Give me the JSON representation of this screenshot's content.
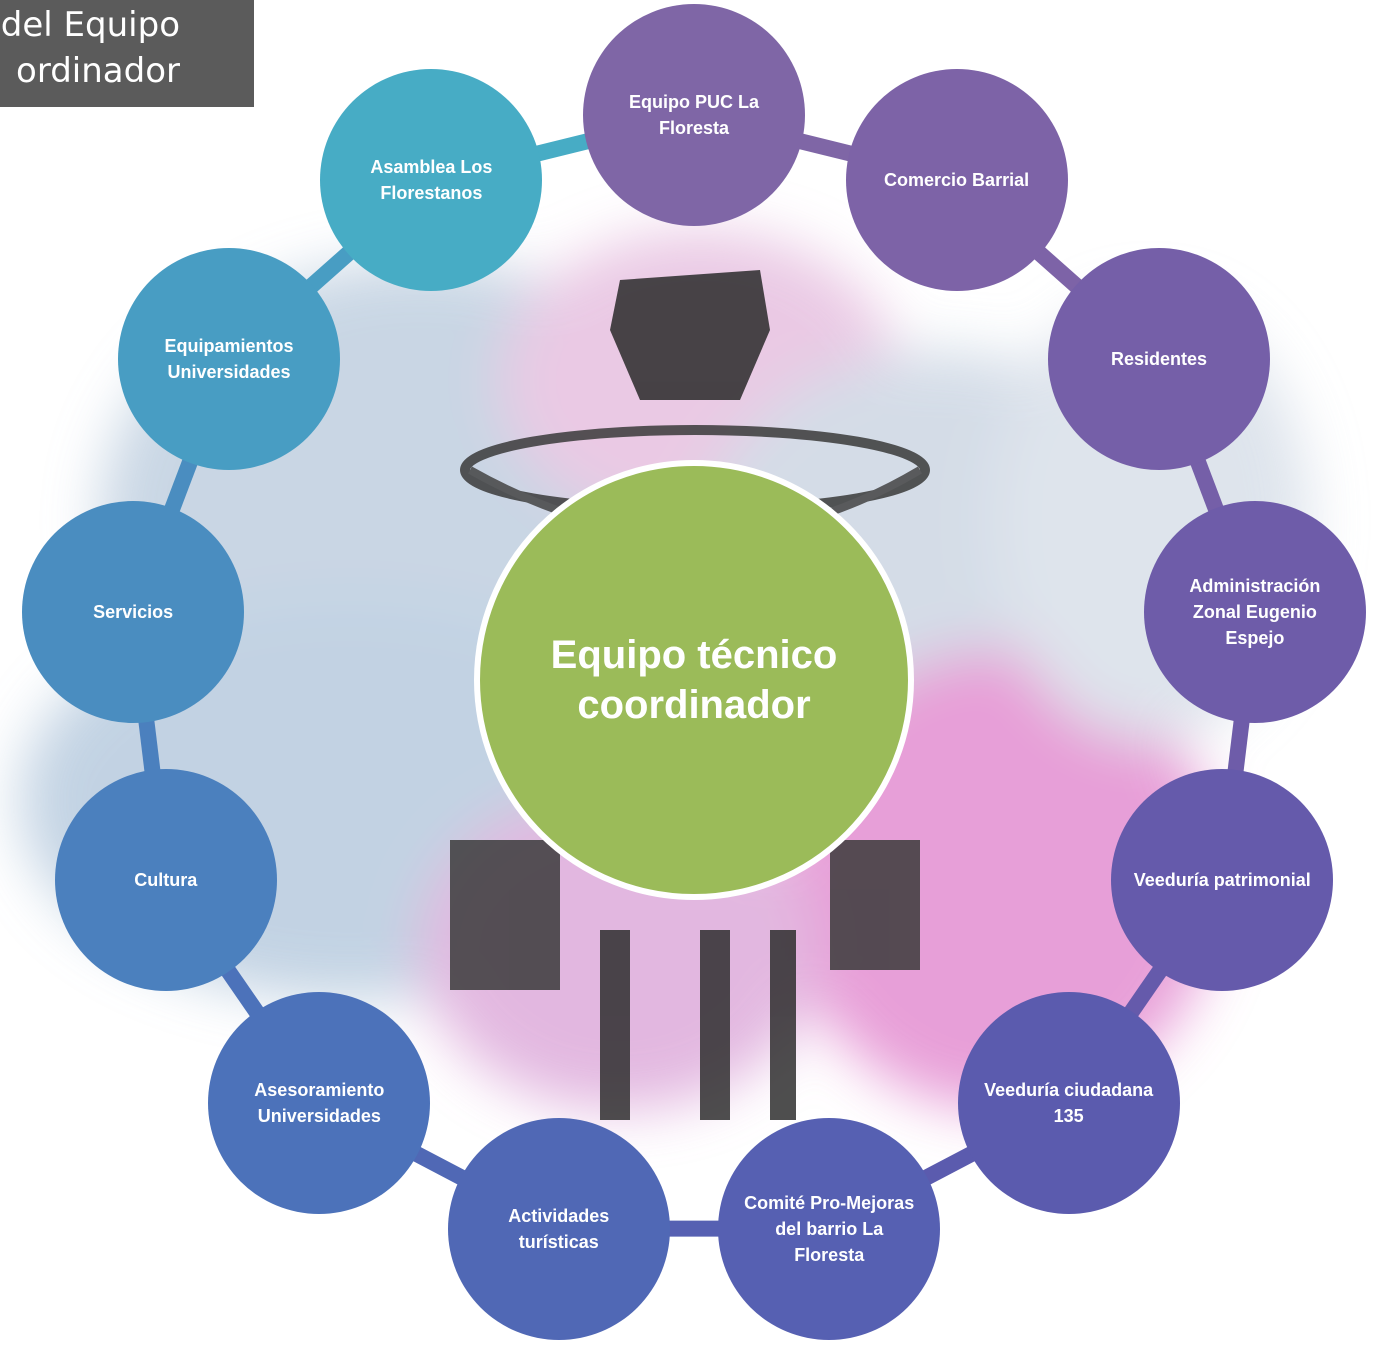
{
  "title": {
    "line1": "n del Equipo",
    "line2": "ordinador"
  },
  "center": {
    "label": "Equipo técnico coordinador",
    "color": "#9bbb59"
  },
  "nodes": [
    {
      "label": "Equipo PUC La Floresta",
      "color": "#7f66a6"
    },
    {
      "label": "Comercio Barrial",
      "color": "#7d63a7"
    },
    {
      "label": "Residentes",
      "color": "#755fa8"
    },
    {
      "label": "Administración Zonal Eugenio Espejo",
      "color": "#6e5ca9"
    },
    {
      "label": "Veeduría patrimonial",
      "color": "#655aab"
    },
    {
      "label": "Veeduría ciudadana 135",
      "color": "#5b5bae"
    },
    {
      "label": "Comité Pro-Mejoras del barrio La Floresta",
      "color": "#5660b2"
    },
    {
      "label": "Actividades turísticas",
      "color": "#5068b5"
    },
    {
      "label": "Asesoramiento Universidades",
      "color": "#4c72ba"
    },
    {
      "label": "Cultura",
      "color": "#4b80be"
    },
    {
      "label": "Servicios",
      "color": "#4a8dc0"
    },
    {
      "label": "Equipamientos Universidades",
      "color": "#489dc3"
    },
    {
      "label": "Asamblea Los Florestanos",
      "color": "#47acc5"
    }
  ]
}
